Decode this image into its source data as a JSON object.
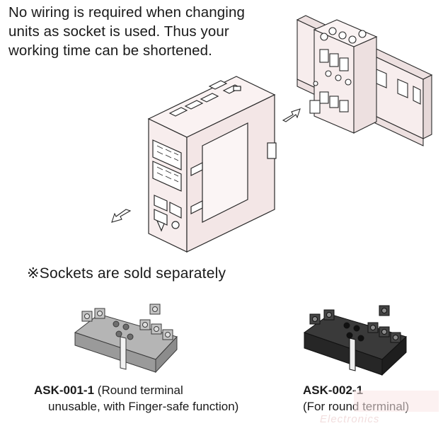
{
  "intro": {
    "line1": "No wiring is required when changing",
    "line2": "units as socket is used. Thus your",
    "line3": "working time can be shortened."
  },
  "note": "※Sockets are sold separately",
  "sockets": [
    {
      "model": "ASK-001-1",
      "desc1": "(Round terminal",
      "desc2": "unusable, with Finger-safe function)"
    },
    {
      "model": "ASK-002-1",
      "desc1": "",
      "desc2": "(For round terminal)"
    }
  ],
  "watermark": "Electronics",
  "colors": {
    "device_fill": "#f7eded",
    "socket_gray": "#a6a6a6",
    "socket_black": "#2b2b2b",
    "line": "#2a2a2a"
  }
}
